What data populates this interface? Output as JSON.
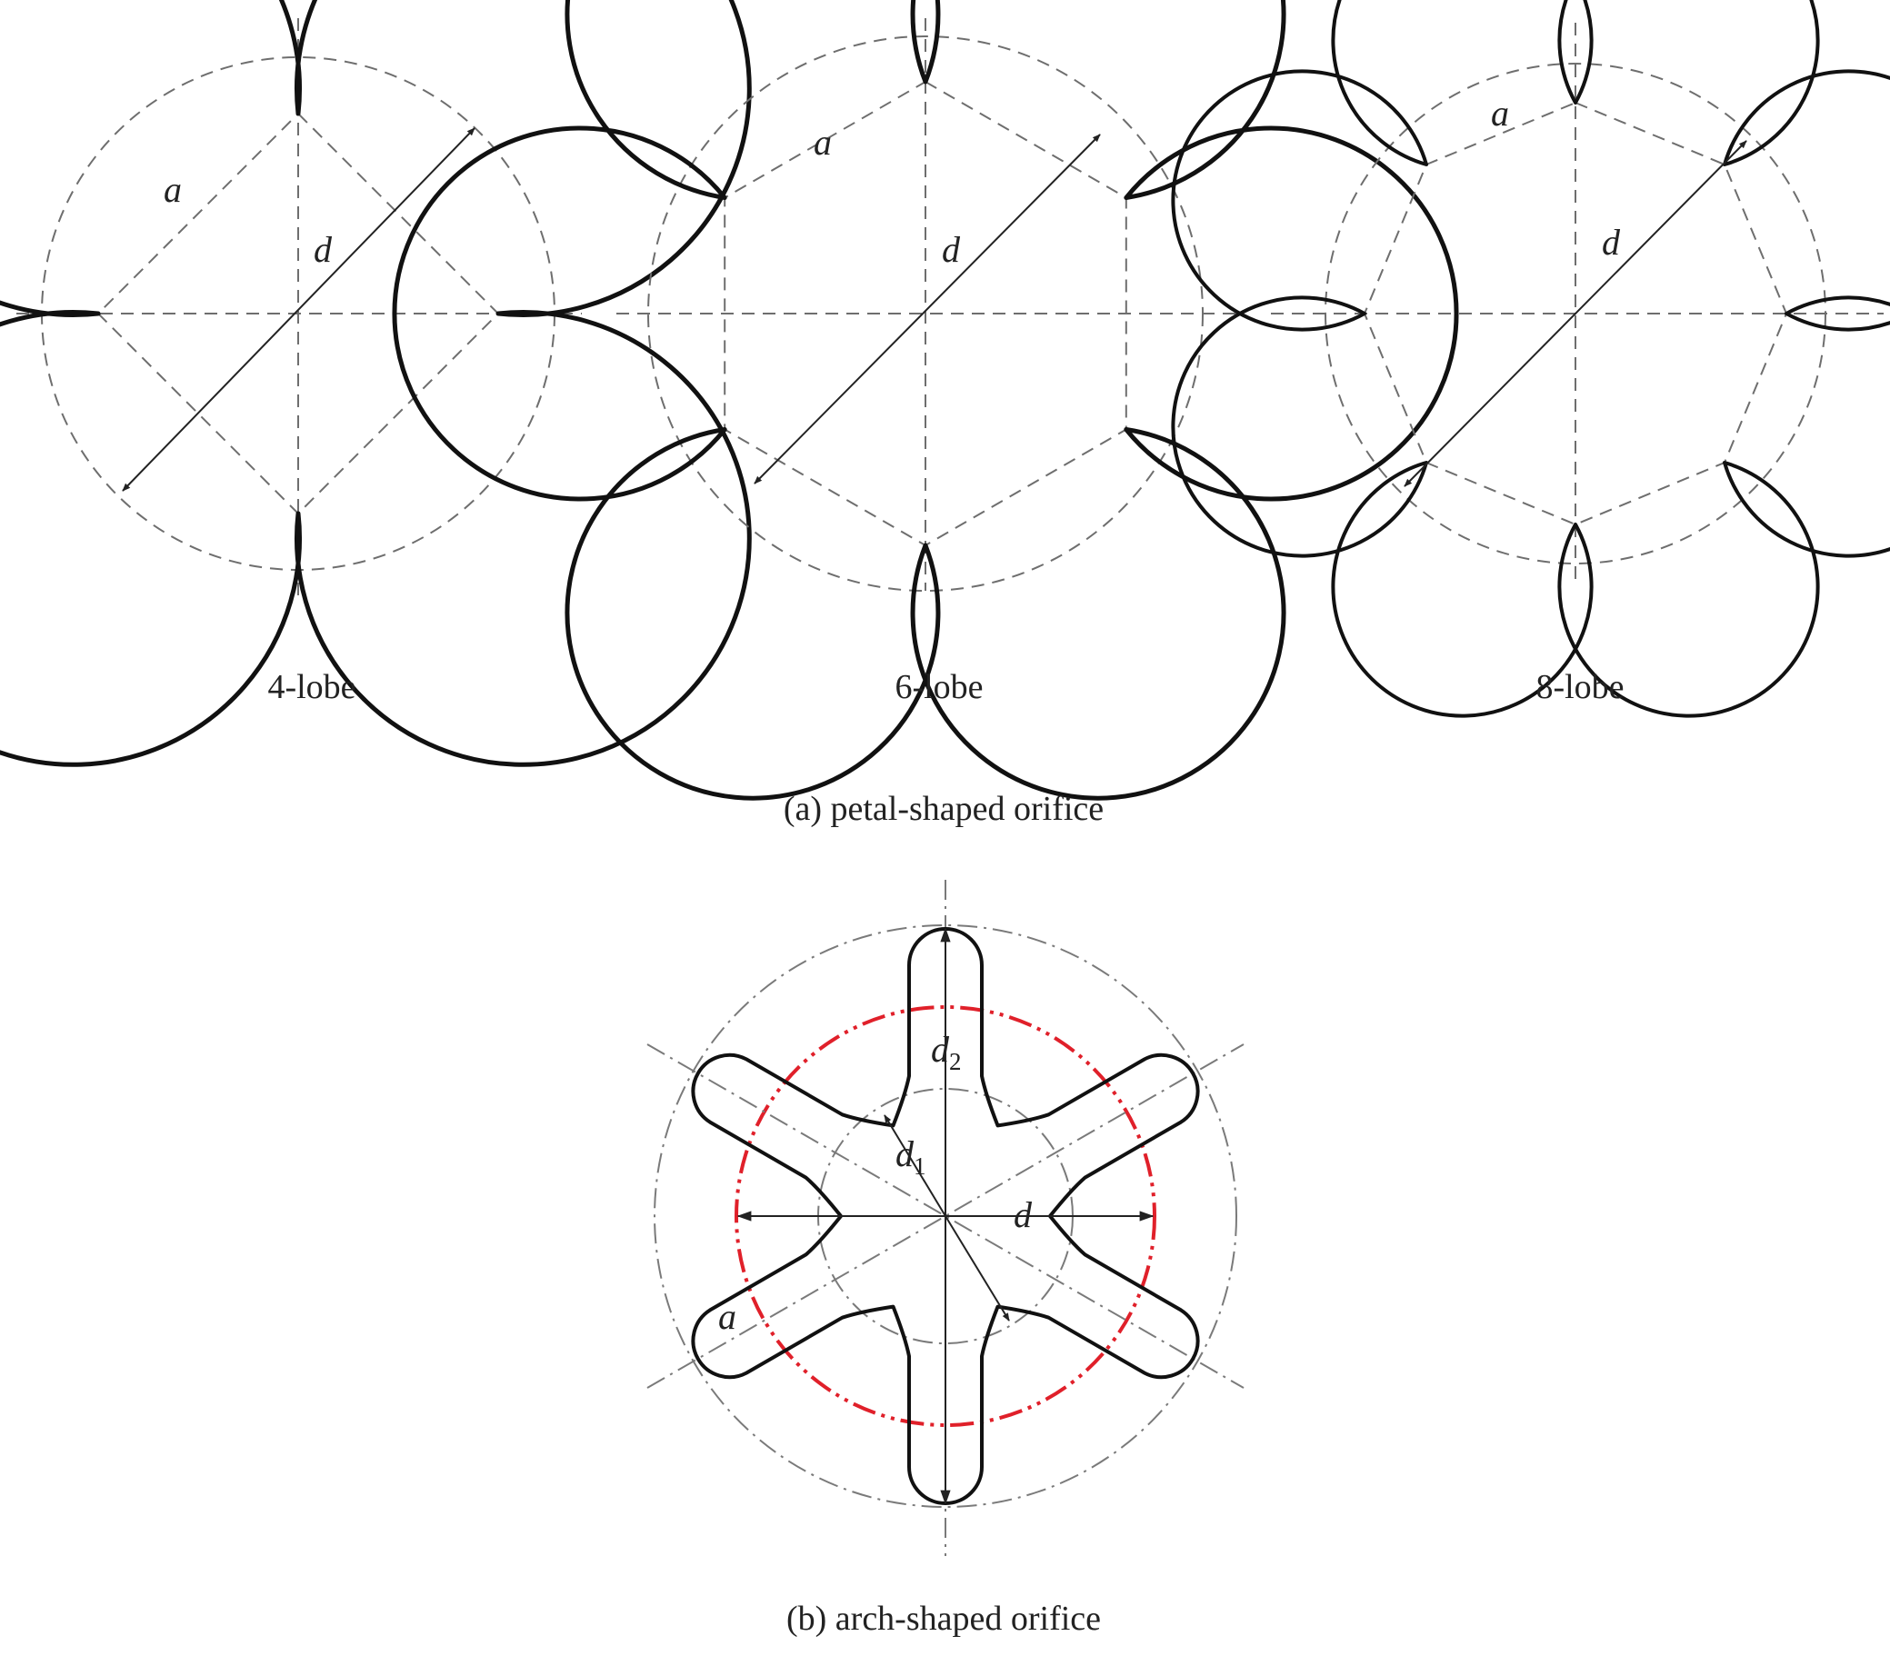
{
  "figure": {
    "panel_a": {
      "caption": "(a) petal-shaped orifice",
      "items": [
        {
          "label": "4-lobe",
          "lobes": 4,
          "symbols": {
            "a": "a",
            "d": "d"
          }
        },
        {
          "label": "6-lobe",
          "lobes": 6,
          "symbols": {
            "a": "a",
            "d": "d"
          }
        },
        {
          "label": "8-lobe",
          "lobes": 8,
          "symbols": {
            "a": "a",
            "d": "d"
          }
        }
      ]
    },
    "panel_b": {
      "caption": "(b) arch-shaped orifice",
      "arms": 6,
      "symbols": {
        "a": "a",
        "d": "d",
        "d1_base": "d",
        "d1_sub": "1",
        "d2_base": "d",
        "d2_sub": "2"
      }
    },
    "colors": {
      "outline": "#111111",
      "construction": "#6e6e6e",
      "red_circle": "#e0202a"
    }
  }
}
